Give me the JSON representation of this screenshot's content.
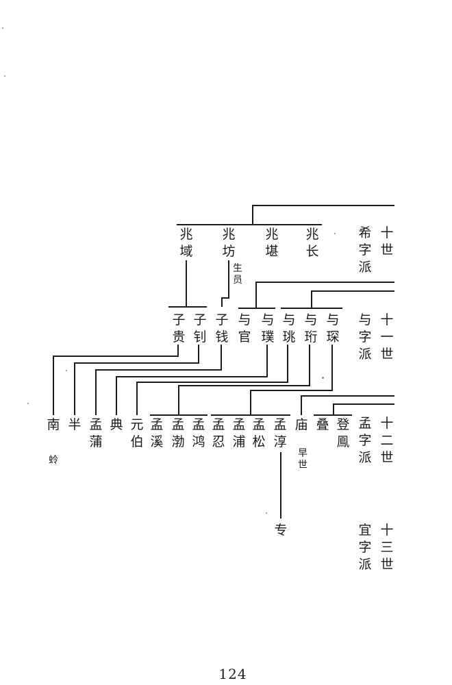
{
  "generations": {
    "g10": {
      "gen": "十世",
      "group": "希字派"
    },
    "g11": {
      "gen": "十一世",
      "group": "与字派"
    },
    "g12": {
      "gen": "十二世",
      "group": "孟字派"
    },
    "g13": {
      "gen": "十三世",
      "group": "宜字派"
    }
  },
  "persons": {
    "zhaochang": "兆长",
    "zhaokan": "兆堪",
    "zhaofang": "兆坊",
    "zhaoyu": "兆域",
    "yushen": "与琛",
    "yuheng": "与珩",
    "yutiao": "与珧",
    "yupu": "与璞",
    "yuguan": "与官",
    "ziqian": "子钱",
    "zizhao": "子钊",
    "zigui": "子贵",
    "dengfeng": "登鳯",
    "die": "叠",
    "miao": "庙",
    "mengchun": "孟淳",
    "mengsong": "孟松",
    "mengpu": "孟浦",
    "mengren": "孟忍",
    "menghong": "孟鸿",
    "mengbo": "孟渤",
    "mengxi": "孟溪",
    "yuanbo": "元伯",
    "dian": "典",
    "mengpu2": "孟蒲",
    "ban": "半",
    "nan": "南",
    "zhuan": "专"
  },
  "notes": {
    "shengyuan": "生员",
    "zaoshi": "早世",
    "ling": "蛉"
  },
  "page_number": "124"
}
